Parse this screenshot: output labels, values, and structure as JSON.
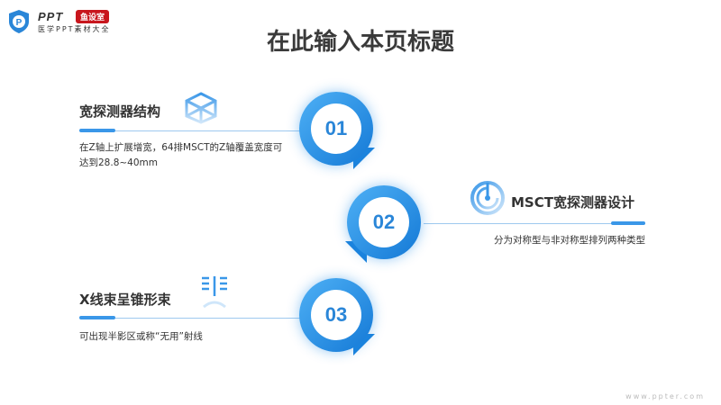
{
  "logo": {
    "brand": "PPT",
    "badge": "鱼设室",
    "tagline": "医学PPT素材大全"
  },
  "title": "在此输入本页标题",
  "items": [
    {
      "number": "01",
      "heading": "宽探测器结构",
      "text": "在Z轴上扩展增宽，64排MSCT的Z轴覆盖宽度可达到28.8~40mm",
      "icon": "cube-icon"
    },
    {
      "number": "02",
      "heading": "MSCT宽探测器设计",
      "text": "分为对称型与非对称型排列两种类型",
      "icon": "scanner-icon"
    },
    {
      "number": "03",
      "heading": "X线束呈锥形束",
      "text": "可出现半影区或称“无用”射线",
      "icon": "xray-beam-icon"
    }
  ],
  "footer": "www.ppter.com",
  "colors": {
    "accent": "#2a86d8",
    "brand": "#c8161d"
  }
}
